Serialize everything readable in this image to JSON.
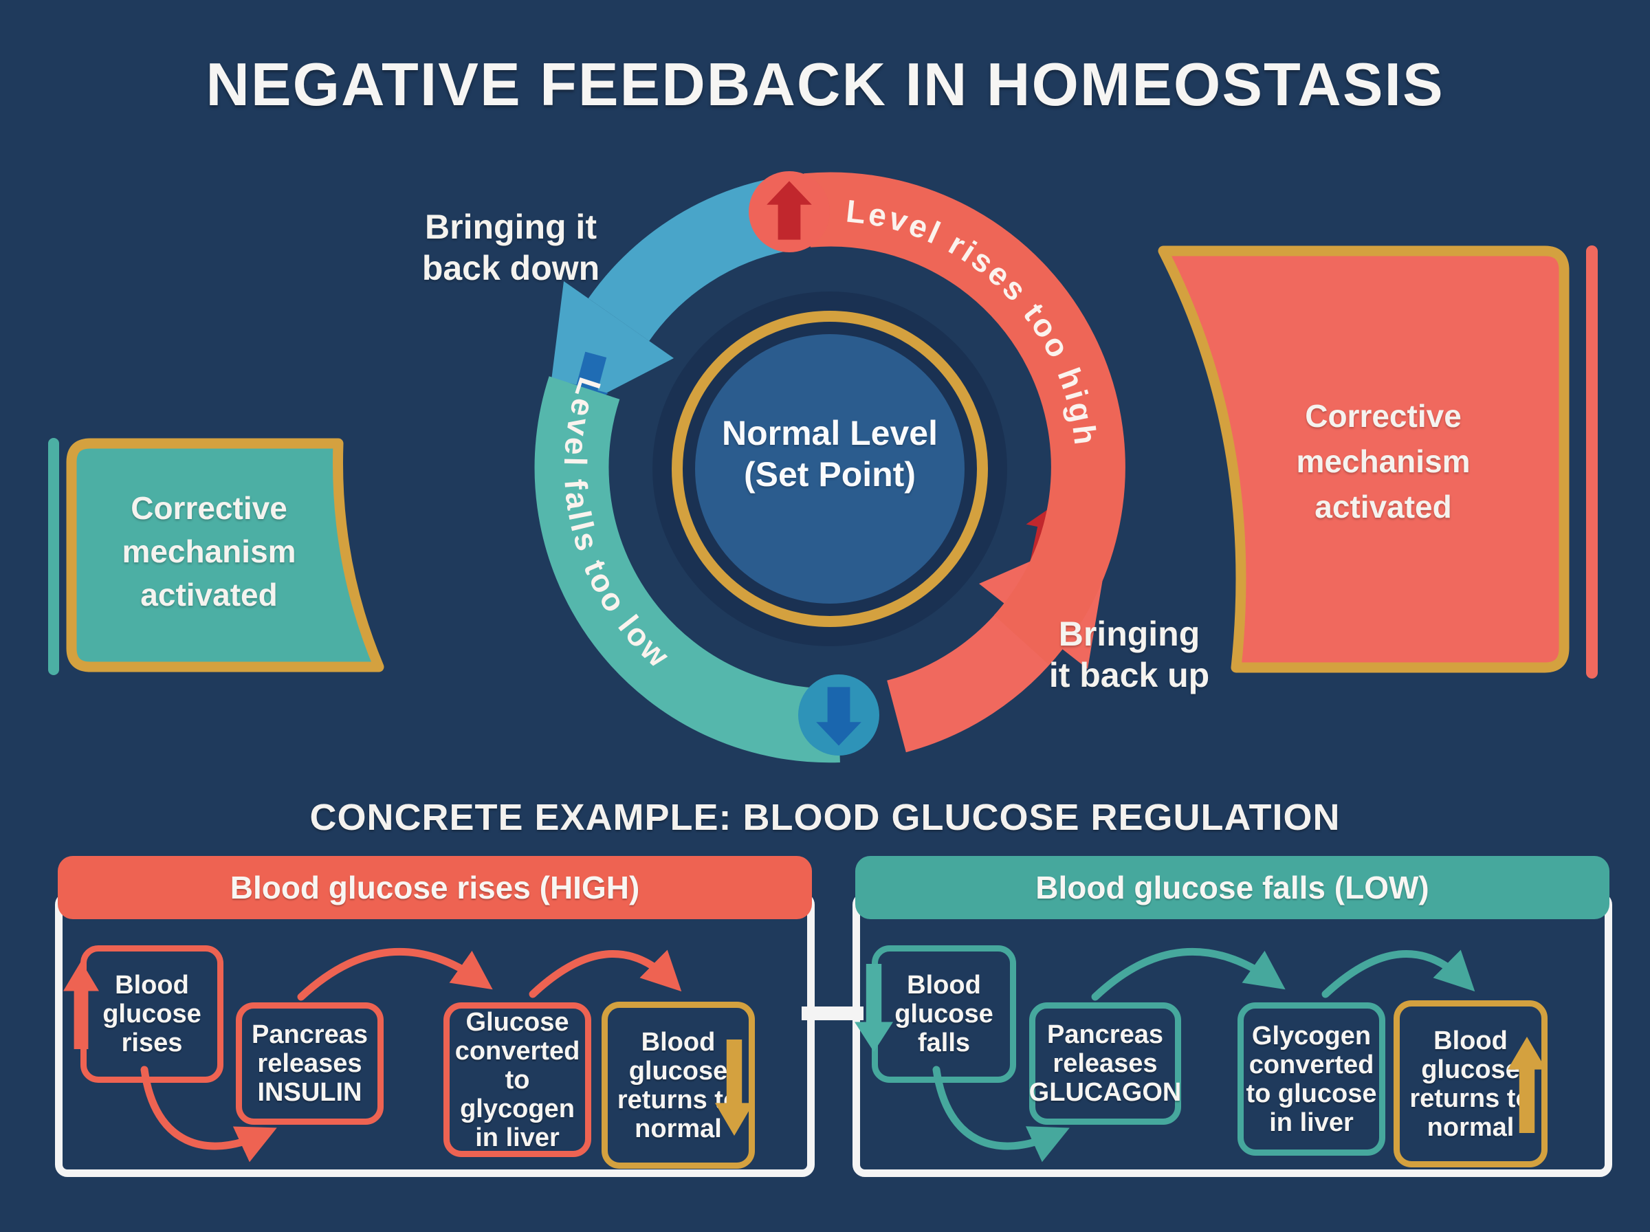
{
  "title": "NEGATIVE FEEDBACK IN HOMEOSTASIS",
  "cycle": {
    "center": [
      "Normal Level",
      "(Set Point)"
    ],
    "arc_high": "Level rises too high",
    "arc_low": "Level falls too low",
    "back_down": [
      "Bringing it",
      "back down"
    ],
    "back_up": [
      "Bringing",
      "it back up"
    ],
    "corrective_left": [
      "Corrective",
      "mechanism",
      "activated"
    ],
    "corrective_right": [
      "Corrective",
      "mechanism",
      "activated"
    ]
  },
  "example": {
    "heading": "CONCRETE EXAMPLE: BLOOD GLUCOSE REGULATION",
    "high": {
      "header": "Blood glucose rises (HIGH)",
      "steps": [
        {
          "lines": [
            "Blood",
            "glucose",
            "rises"
          ]
        },
        {
          "lines": [
            "Pancreas",
            "releases",
            "INSULIN"
          ]
        },
        {
          "lines": [
            "Glucose",
            "converted",
            "to glycogen",
            "in liver"
          ]
        },
        {
          "lines": [
            "Blood",
            "glucose",
            "returns to",
            "normal"
          ]
        }
      ]
    },
    "low": {
      "header": "Blood glucose falls (LOW)",
      "steps": [
        {
          "lines": [
            "Blood",
            "glucose",
            "falls"
          ]
        },
        {
          "lines": [
            "Pancreas",
            "releases",
            "GLUCAGON"
          ]
        },
        {
          "lines": [
            "Glycogen",
            "converted",
            "to glucose",
            "in liver"
          ]
        },
        {
          "lines": [
            "Blood",
            "glucose",
            "returns to",
            "normal"
          ]
        }
      ]
    }
  },
  "colors": {
    "background": "#1f3a5c",
    "navy_deep": "#1a3152",
    "circle_blue": "#2b5c8e",
    "gold": "#d4a13f",
    "teal": "#4cafa4",
    "teal_arc": "#55b7ac",
    "teal_header": "#46a89d",
    "salmon": "#ee6352",
    "dark_red": "#c1272d",
    "light_blue": "#49a5c9",
    "mid_blue": "#1f6cb4",
    "badge_blue": "#2e93b8"
  }
}
